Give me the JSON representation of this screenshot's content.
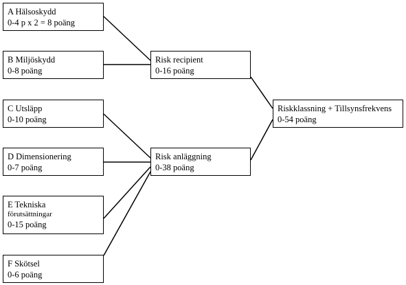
{
  "colors": {
    "line": "#000000",
    "box_border": "#000000",
    "background": "#ffffff"
  },
  "boxes": {
    "a": {
      "title": "A Hälsoskydd",
      "points": "0-4 p x 2 = 8 poäng"
    },
    "b": {
      "title": "B Miljöskydd",
      "points": "0-8 poäng"
    },
    "c": {
      "title": "C Utsläpp",
      "points": "0-10 poäng"
    },
    "d": {
      "title": "D Dimensionering",
      "points": "0-7 poäng"
    },
    "e": {
      "title_line1": "E Tekniska",
      "title_line2": "förutsättningar",
      "points": "0-15 poäng"
    },
    "f": {
      "title": "F Skötsel",
      "points": "0-6 poäng"
    },
    "risk_recipient": {
      "title": "Risk recipient",
      "points": "0-16 poäng"
    },
    "risk_anlaggning": {
      "title": "Risk anläggning",
      "points": "0-38 poäng"
    },
    "riskklassning": {
      "title": "Riskklassning + Tillsynsfrekvens",
      "points": "0-54 poäng"
    }
  },
  "connections": [
    {
      "from": "a",
      "to": "risk_recipient"
    },
    {
      "from": "b",
      "to": "risk_recipient"
    },
    {
      "from": "c",
      "to": "risk_anlaggning"
    },
    {
      "from": "d",
      "to": "risk_anlaggning"
    },
    {
      "from": "e",
      "to": "risk_anlaggning"
    },
    {
      "from": "f",
      "to": "risk_anlaggning"
    },
    {
      "from": "risk_recipient",
      "to": "riskklassning"
    },
    {
      "from": "risk_anlaggning",
      "to": "riskklassning"
    }
  ]
}
